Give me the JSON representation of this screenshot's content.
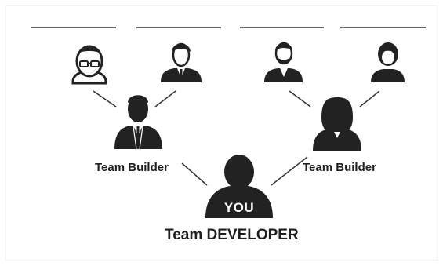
{
  "diagram": {
    "builder_left_label": "Team Builder",
    "builder_right_label": "Team Builder",
    "you_label": "YOU",
    "developer_label": "Team DEVELOPER"
  },
  "colors": {
    "figure": "#222222",
    "line": "#333333",
    "background": "#ffffff"
  }
}
